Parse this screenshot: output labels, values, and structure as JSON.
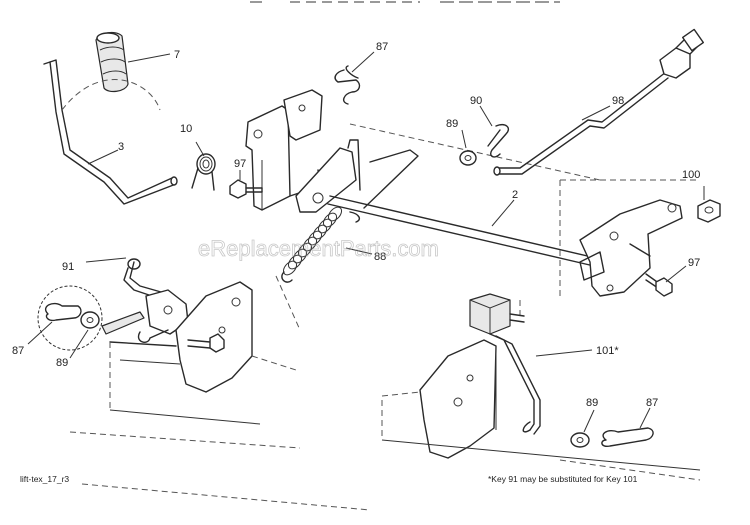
{
  "watermark": "eReplacementParts.com",
  "diagram_code": "lift-tex_17_r3",
  "footnote": "*Key 91 may be substituted for Key 101",
  "callouts": {
    "c7": "7",
    "c3": "3",
    "c87a": "87",
    "c10": "10",
    "c97a": "97",
    "c90": "90",
    "c89a": "89",
    "c98": "98",
    "c2": "2",
    "c100": "100",
    "c97b": "97",
    "c88": "88",
    "c91": "91",
    "c87b": "87",
    "c89b": "89",
    "c101": "101*",
    "c89c": "89",
    "c87c": "87"
  }
}
